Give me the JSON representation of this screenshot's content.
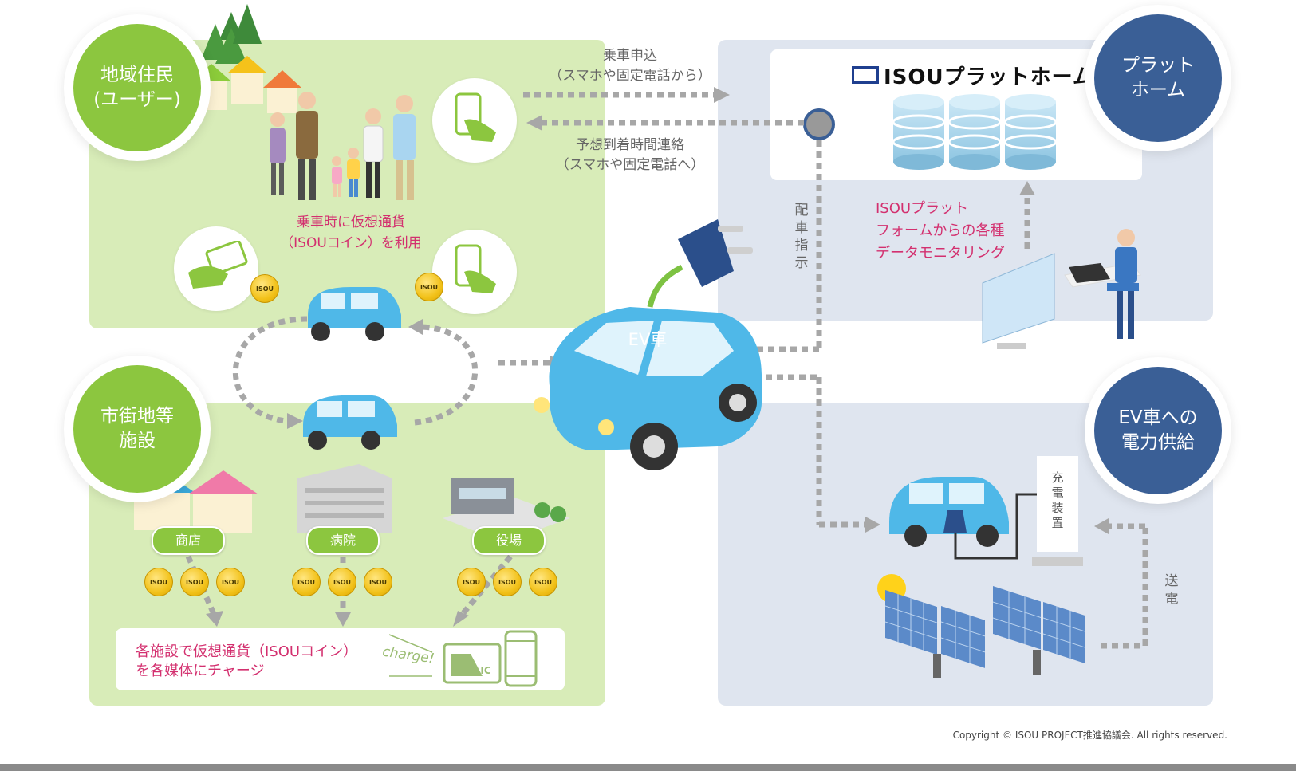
{
  "badges": {
    "residents": "地域住民\n(ユーザー)",
    "facilities": "市街地等\n施設",
    "platform": "プラット\nホーム",
    "power": "EV車への\n電力供給"
  },
  "flows": {
    "ride_request": "乗車申込\n（スマホや固定電話から）",
    "arrival_notice": "予想到着時間連絡\n（スマホや固定電話へ）",
    "dispatch": "配\n車\n指\n示",
    "transmission": "送\n電"
  },
  "labels": {
    "coin_use": "乗車時に仮想通貨\n（ISOUコイン）を利用",
    "monitoring": "ISOUプラット\nフォームからの各種\nデータモニタリング",
    "ev_car": "EV車",
    "charger": "充\n電\n装\n置",
    "charge_note": "各施設で仮想通貨（ISOUコイン）\nを各媒体にチャージ",
    "charge_word": "charge!",
    "ic": "IC",
    "coin": "ISOU"
  },
  "platform": {
    "logo_text": "ISOUプラットホーム"
  },
  "facilities": {
    "shop": "商店",
    "hospital": "病院",
    "office": "役場"
  },
  "footer": {
    "copyright": "Copyright © ISOU PROJECT推進協議会. All rights reserved."
  },
  "colors": {
    "green_panel": "#d8ecb8",
    "blue_panel": "#dfe5ef",
    "green_accent": "#8cc63f",
    "navy_accent": "#3a5f96",
    "pink_text": "#d3306f",
    "car_blue": "#4fb8e8"
  }
}
